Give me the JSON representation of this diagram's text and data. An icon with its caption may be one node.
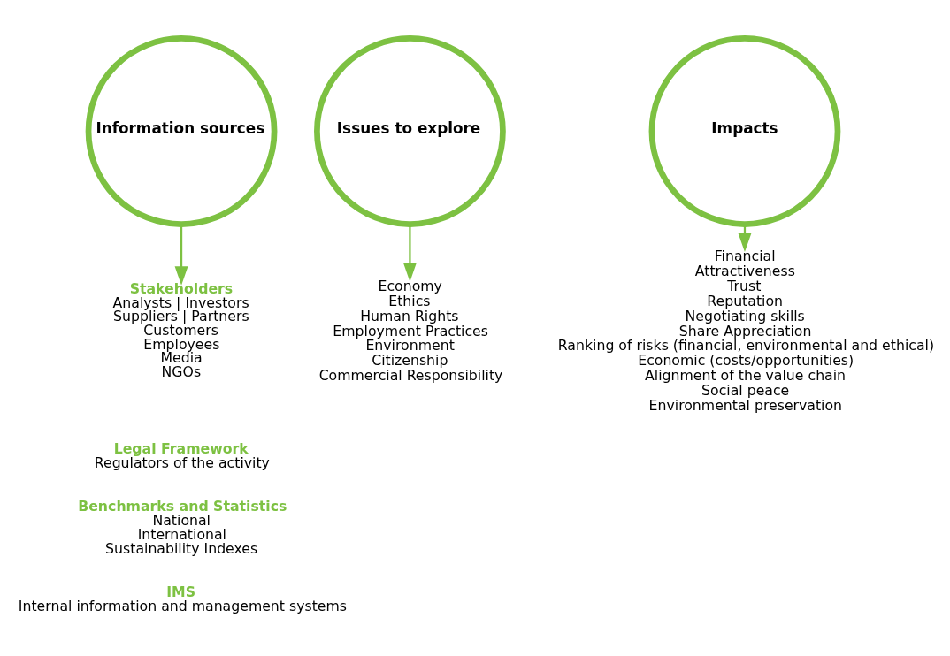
{
  "diagram": {
    "nodes": [
      {
        "text": [
          "Information sources"
        ]
      },
      {
        "text": [
          "Issues to explore"
        ]
      },
      {
        "text": [
          "Impacts"
        ]
      },
      {
        "text": [
          "Stakeholders",
          "Analysts | Investors",
          "Suppliers | Partners",
          "Customers",
          "Employees",
          "Media",
          "NGOs"
        ]
      },
      {
        "text": [
          "Legal Framework",
          "Regulators of the activity"
        ]
      },
      {
        "text": [
          "Benchmarks and Statistics",
          "National",
          "International",
          "Sustainability Indexes"
        ]
      },
      {
        "text": [
          "IMS",
          "Internal information and management systems"
        ]
      },
      {
        "text": [
          "Economy",
          "Ethics",
          "Human Rights",
          "Employment Practices",
          "Environment",
          "Citizenship",
          "Commercial Responsibility"
        ]
      },
      {
        "text": [
          "Financial",
          "Attractiveness",
          "Trust",
          "Reputation",
          "Negotiating skills",
          "Share Appreciation",
          "Ranking of risks (financial, environmental and ethical)",
          "Economic (costs/opportunities)",
          "Alignment of the value chain",
          "Social peace",
          "Environmental preservation"
        ]
      }
    ],
    "edges": [
      {
        "from": 0,
        "to": 3,
        "arrow": "to"
      },
      {
        "from": 1,
        "to": 7,
        "arrow": "to"
      },
      {
        "from": 2,
        "to": 8,
        "arrow": "to"
      }
    ]
  }
}
